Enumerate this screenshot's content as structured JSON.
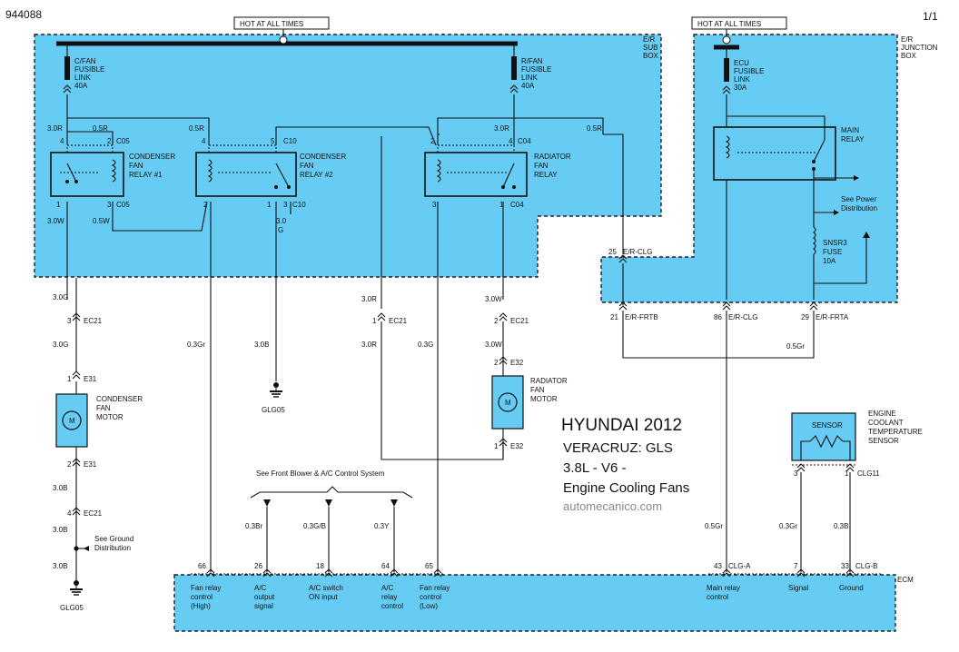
{
  "header": {
    "doc_id": "944088",
    "page": "1/1"
  },
  "colors": {
    "box_fill": "#66ccf4",
    "wire": "#111111",
    "watermark": "#888888"
  },
  "title": {
    "line1": "HYUNDAI 2012",
    "line2": "VERACRUZ: GLS",
    "line3": "3.8L - V6 -",
    "line4": "Engine Cooling Fans",
    "watermark": "automecanico.com"
  },
  "hot_labels": {
    "left": "HOT AT ALL TIMES",
    "right": "HOT AT ALL TIMES"
  },
  "boxes": {
    "er_sub": [
      "E/R",
      "SUB",
      "BOX"
    ],
    "er_junction": [
      "E/R",
      "JUNCTION",
      "BOX"
    ],
    "ecm": "ECM"
  },
  "fuses": {
    "cfan": [
      "C/FAN",
      "FUSIBLE",
      "LINK",
      "40A"
    ],
    "rfan": [
      "R/FAN",
      "FUSIBLE",
      "LINK",
      "40A"
    ],
    "ecu": [
      "ECU",
      "FUSIBLE",
      "LINK",
      "30A"
    ],
    "snsr3": [
      "SNSR3",
      "FUSE",
      "10A"
    ]
  },
  "relays": {
    "cond1": [
      "CONDENSER",
      "FAN",
      "RELAY #1"
    ],
    "cond2": [
      "CONDENSER",
      "FAN",
      "RELAY #2"
    ],
    "rad": [
      "RADIATOR",
      "FAN",
      "RELAY"
    ],
    "main": [
      "MAIN",
      "RELAY"
    ]
  },
  "components": {
    "cond_motor": [
      "CONDENSER",
      "FAN",
      "MOTOR"
    ],
    "rad_motor": [
      "RADIATOR",
      "FAN",
      "MOTOR"
    ],
    "sensor_box": "SENSOR",
    "sensor": [
      "ENGINE",
      "COOLANT",
      "TEMPERATURE",
      "SENSOR"
    ],
    "motor_letter": "M"
  },
  "connectors": {
    "c05": "C05",
    "c10": "C10",
    "c04": "C04",
    "ec21": "EC21",
    "e31": "E31",
    "e32": "E32",
    "er_clg": "E/R-CLG",
    "er_frtb": "E/R-FRTB",
    "er_frta": "E/R-FRTA",
    "clg11": "CLG11",
    "clg_a": "CLG-A",
    "clg_b": "CLG-B"
  },
  "pins": {
    "r1_4": "4",
    "r1_2": "2",
    "r1_1": "1",
    "r1_3": "3",
    "r2_4": "4",
    "r2_5": "5",
    "r2_2": "2",
    "r2_1": "1",
    "r2_3": "3",
    "r3_2": "2",
    "r3_4": "4",
    "r3_3": "3",
    "r3_1": "1",
    "er_25": "25",
    "er_21": "21",
    "er_86": "86",
    "er_29": "29",
    "ec21_3": "3",
    "ec21_1": "1",
    "ec21_2": "2",
    "ec21_4": "4",
    "e31_1": "1",
    "e31_2": "2",
    "e32_2": "2",
    "e32_1": "1",
    "sens_3": "3",
    "sens_1": "1",
    "ecm_66": "66",
    "ecm_26": "26",
    "ecm_18": "18",
    "ecm_64": "64",
    "ecm_65": "65",
    "ecm_43": "43",
    "ecm_7": "7",
    "ecm_33": "33"
  },
  "wires": {
    "w30r_a": "3.0R",
    "w05r_a": "0.5R",
    "w05r_b": "0.5R",
    "w30r_b": "3.0R",
    "w05r_c": "0.5R",
    "w30w_a": "3.0W",
    "w05w": "0.5W",
    "w30g_c10a": "3.0",
    "w30g_c10b": "G",
    "w30g_a": "3.0G",
    "w30g_b": "3.0G",
    "w30r_c": "3.0R",
    "w30r_d": "3.0R",
    "w30w_b": "3.0W",
    "w30w_c": "3.0W",
    "w03gr_a": "0.3Gr",
    "w30b_a": "3.0B",
    "w03g": "0.3G",
    "w05gr_a": "0.5Gr",
    "w30b_b": "3.0B",
    "w30b_c": "3.0B",
    "w30b_d": "3.0B",
    "w03br": "0.3Br",
    "w03gb": "0.3G/B",
    "w03y": "0.3Y",
    "w05gr_b": "0.5Gr",
    "w03gr_b": "0.3Gr",
    "w03b": "0.3B"
  },
  "notes": {
    "front_blower": "See Front Blower & A/C Control System",
    "ground_dist": [
      "See Ground",
      "Distribution"
    ],
    "power_dist": [
      "See Power",
      "Distribution"
    ]
  },
  "grounds": {
    "g1": "GLG05",
    "g2": "GLG05"
  },
  "ecm_pins": {
    "p66": [
      "Fan relay",
      "control",
      "(High)"
    ],
    "p26": [
      "A/C",
      "output",
      "signal"
    ],
    "p18": [
      "A/C switch",
      "ON input"
    ],
    "p64": [
      "A/C",
      "relay",
      "control"
    ],
    "p65": [
      "Fan relay",
      "control",
      "(Low)"
    ],
    "p43": [
      "Main relay",
      "control"
    ],
    "p7": [
      "Signal"
    ],
    "p33": [
      "Ground"
    ]
  }
}
